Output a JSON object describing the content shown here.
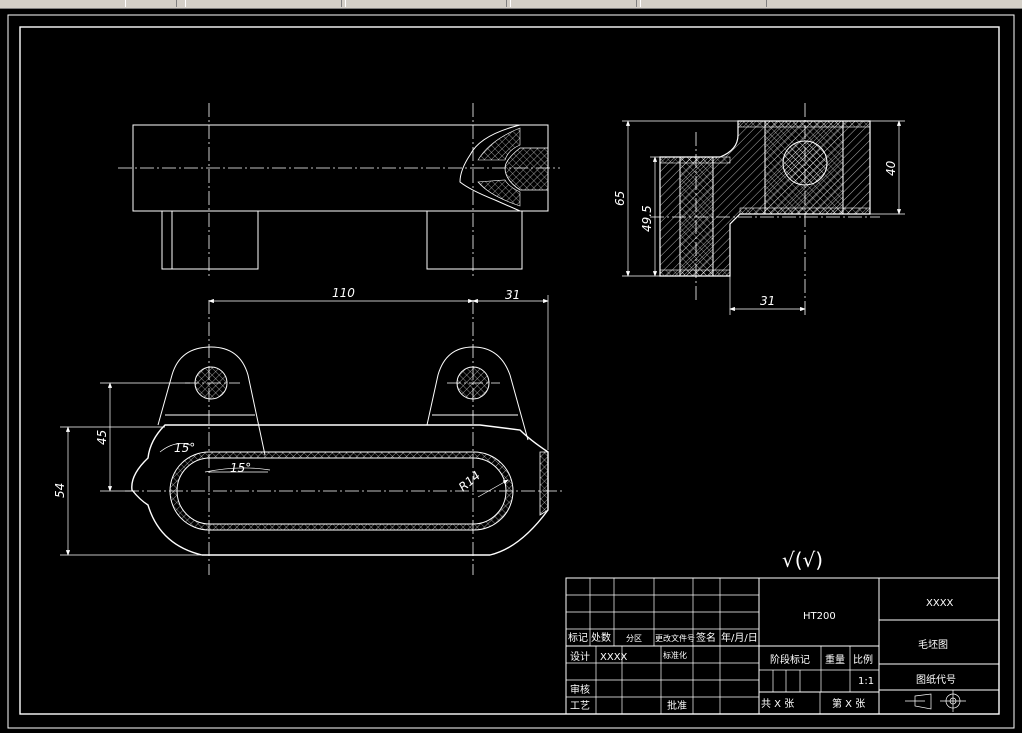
{
  "drawing": {
    "dimensions": {
      "d110": "110",
      "d31_top": "31",
      "d45": "45",
      "d54": "54",
      "angle1": "15°",
      "angle2": "15°",
      "radius": "R14",
      "d65": "65",
      "d49_5": "49.5",
      "d40": "40",
      "d31_side": "31"
    },
    "roughness_symbol": "√(√)"
  },
  "title_block": {
    "material": "HT200",
    "company": "XXXX",
    "drawing_name": "毛坯图",
    "drawing_code": "图纸代号",
    "scale": "1:1",
    "designer": "XXXX",
    "headers": {
      "mark": "标记",
      "count": "处数",
      "zone": "分区",
      "change_doc": "更改文件号",
      "signature": "签名",
      "date": "年/月/日",
      "design": "设计",
      "standardize": "标准化",
      "review": "审核",
      "process": "工艺",
      "approve": "批准",
      "stage_mark": "阶段标记",
      "weight": "重量",
      "scale_label": "比例",
      "total_sheets": "共 X 张",
      "sheet_no": "第 X 张"
    }
  }
}
